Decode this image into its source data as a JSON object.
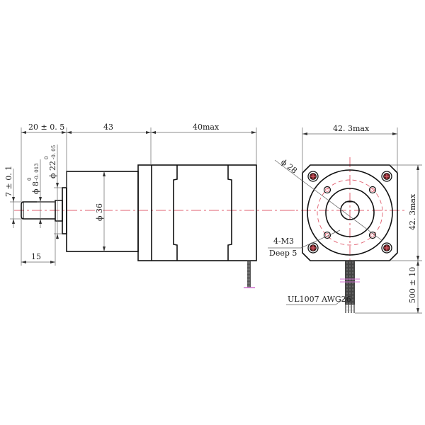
{
  "drawing": {
    "title": "Stepper motor with planetary gearbox - dimension drawing",
    "colors": {
      "outline": "#111111",
      "dimension": "#666666",
      "centerline": "#e06070",
      "wire_marker": "#d070d0"
    },
    "side_view": {
      "dimensions": {
        "shaft_length_total": "20 ± 0. 5",
        "gearbox_length": "43",
        "motor_length": "40max",
        "shaft_exposed": "15",
        "shaft_flat": "7 ± 0. 1",
        "shaft_diameter": "ϕ 8",
        "shaft_diameter_tol_upper": "0",
        "shaft_diameter_tol_lower": "-0. 013",
        "pilot_diameter": "ϕ 22",
        "pilot_diameter_tol_upper": "0",
        "pilot_diameter_tol_lower": "-0. 05",
        "gearbox_diameter": "ϕ 36"
      }
    },
    "front_view": {
      "dimensions": {
        "width": "42. 3max",
        "height": "42. 3max",
        "bolt_circle": "ϕ 28",
        "lead_length": "500 ± 10"
      },
      "notes": {
        "mount_holes": "4-M3",
        "mount_depth": "Deep 5",
        "wire_spec": "UL1007 AWG26"
      }
    }
  }
}
